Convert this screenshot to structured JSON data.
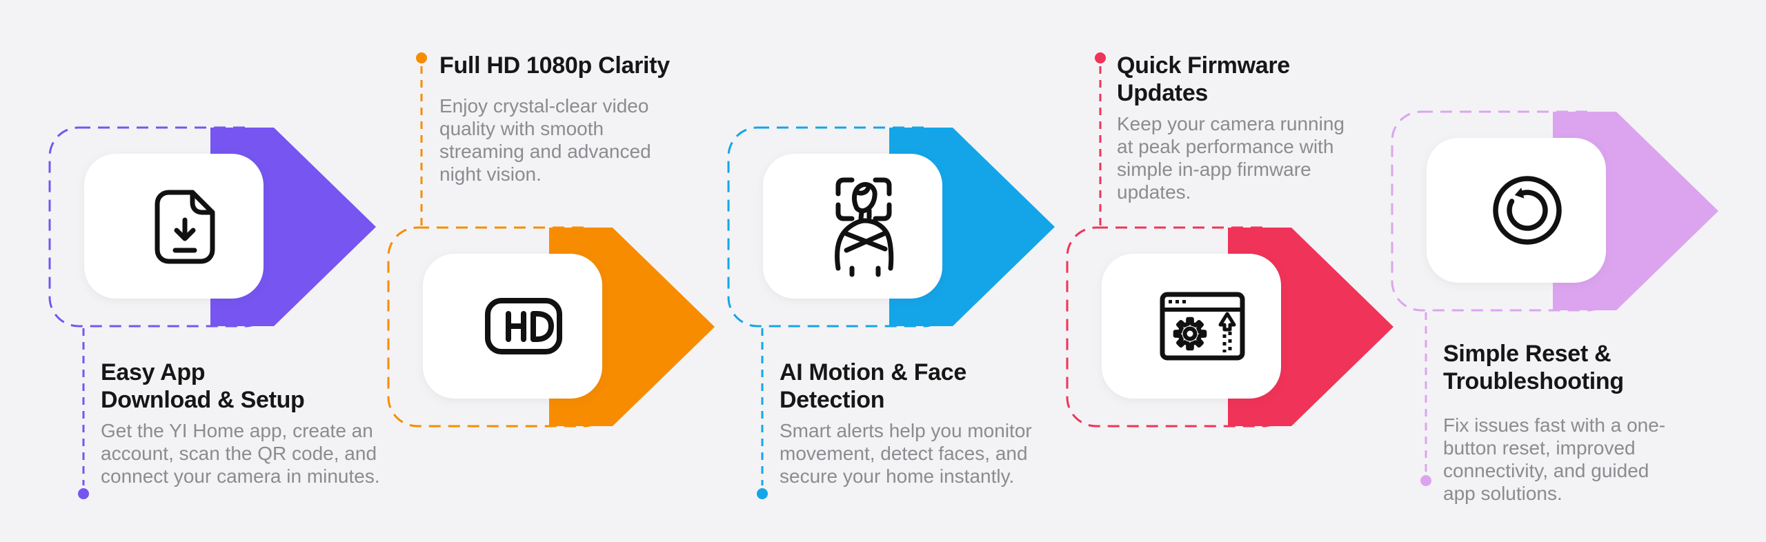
{
  "background": "#f3f3f5",
  "text_colors": {
    "title": "#161616",
    "description": "#8b8b90"
  },
  "units": [
    {
      "id": "step-easy-app-download",
      "color": "#7655f0",
      "icon": "file-download-icon",
      "title_lines": [
        "Easy App",
        "Download & Setup"
      ],
      "desc_lines": [
        "Get the YI Home app, create an",
        "account, scan the QR code, and",
        "connect your camera in minutes."
      ]
    },
    {
      "id": "step-full-hd-clarity",
      "color": "#f78c00",
      "icon": "hd-badge-icon",
      "title_lines": [
        "Full HD 1080p Clarity"
      ],
      "desc_lines": [
        "Enjoy crystal-clear video",
        "quality with smooth",
        "streaming and advanced",
        "night vision."
      ]
    },
    {
      "id": "step-ai-motion-face-detection",
      "color": "#14a5e8",
      "icon": "face-detection-icon",
      "title_lines": [
        "AI Motion & Face",
        "Detection"
      ],
      "desc_lines": [
        "Smart alerts help you monitor",
        "movement, detect faces, and",
        "secure your home instantly."
      ]
    },
    {
      "id": "step-quick-firmware-updates",
      "color": "#f03358",
      "icon": "firmware-update-icon",
      "title_lines": [
        "Quick Firmware",
        "Updates"
      ],
      "desc_lines": [
        "Keep your camera running",
        "at peak performance with",
        "simple in-app firmware",
        "updates."
      ]
    },
    {
      "id": "step-simple-reset",
      "color": "#dca4ee",
      "icon": "reset-icon",
      "title_lines": [
        "Simple Reset &",
        "Troubleshooting"
      ],
      "desc_lines": [
        "Fix issues fast with a one-",
        "button reset, improved",
        "connectivity, and guided",
        "app solutions."
      ]
    }
  ]
}
